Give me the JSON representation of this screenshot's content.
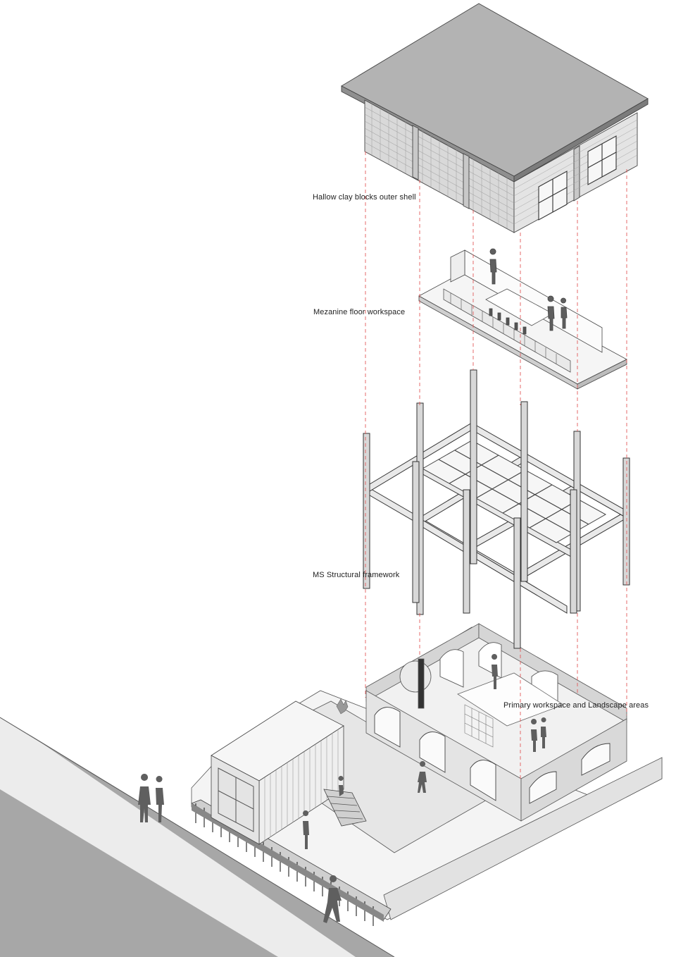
{
  "labels": {
    "outer_shell": "Hallow clay blocks outer shell",
    "mezzanine": "Mezanine floor workspace",
    "framework": "MS Structural framework",
    "ground": "Primary workspace and Landscape areas"
  },
  "colors": {
    "background": "#ffffff",
    "roof": "#b3b3b3",
    "wall_light": "#eeeeee",
    "wall_shade": "#d7d7d7",
    "road": "#a7a7a7",
    "figure": "#5f5f5f",
    "line": "#3a3a3a",
    "guide": "#e35b5b"
  }
}
